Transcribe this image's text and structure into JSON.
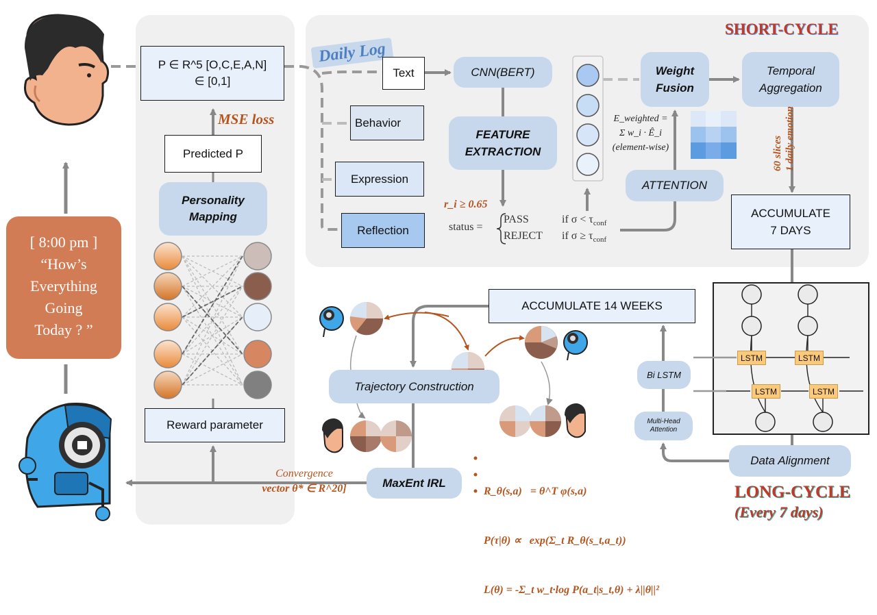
{
  "titles": {
    "short_cycle": "SHORT-CYCLE",
    "long_cycle": "LONG-CYCLE",
    "long_cycle_sub": "(Every 7 days)"
  },
  "prompt_card": [
    "[ 8:00 pm ]",
    "“How’s",
    "Everything",
    "Going",
    "Today ? ”"
  ],
  "personality": {
    "vector": "P ∈ R^5 [O,C,E,A,N]",
    "range": "∈ [0,1]",
    "mse_loss": "MSE loss",
    "predicted": "Predicted P",
    "mapping_line1": "Personality",
    "mapping_line2": "Mapping",
    "reward_parameter": "Reward parameter"
  },
  "daily_log": {
    "label": "Daily Log",
    "inputs": [
      "Text",
      "Behavior",
      "Expression",
      "Reflection"
    ]
  },
  "features": {
    "cnn": "CNN(BERT)",
    "extraction_line1": "FEATURE",
    "extraction_line2": "EXTRACTION",
    "threshold": "r_i ≥ 0.65",
    "status_word": "status =",
    "pass": "PASS",
    "reject": "REJECT",
    "cond_pass": "if σ < τ",
    "cond_reject": "if σ ≥ τ",
    "conf_sub": "conf"
  },
  "fusion": {
    "weight_line1": "Weight",
    "weight_line2": "Fusion",
    "temporal_line1": "Temporal",
    "temporal_line2": "Aggregation",
    "formula_line1": "E_weighted =",
    "formula_line2": "Σ w_i · Ê_i",
    "formula_line3": "(element-wise)",
    "attention": "ATTENTION",
    "slices": "60 slices",
    "daily_emotion": "1 daily emotion",
    "accumulate7_line1": "ACCUMULATE",
    "accumulate7_line2": "7 DAYS"
  },
  "long": {
    "accumulate14": "ACCUMULATE 14 WEEKS",
    "bi_lstm": "Bi LSTM",
    "mha_line1": "Multi-Head",
    "mha_line2": "Attention",
    "data_alignment": "Data Alignment",
    "lstm": "LSTM",
    "trajectory": "Trajectory Construction",
    "maxent": "MaxEnt IRL",
    "convergence": "Convergence",
    "theta_vector": "vector θ* ∈ R^20]"
  },
  "equations": [
    "R_θ(s,a)   = θ^T φ(s,a)",
    "P(τ|θ) ∝   exp(Σ_t R_θ(s_t,a_t))",
    "L(θ) = -Σ_t w_t·log P(a_t|s_t,θ) + λ||θ||²"
  ],
  "colors": {
    "panel": "#f0f0f0",
    "pill": "#c7d8ec",
    "box_light": "#e7f0fb",
    "accent_rust": "#b5541e",
    "prompt_card": "#d27c55",
    "short_cycle_title": "#c0392b",
    "long_cycle_title": "#c0392b",
    "lstm": "#fbc97a",
    "robot_blue": "#3fa7e8"
  },
  "icons": [
    "human-head-icon",
    "robot-head-icon"
  ]
}
